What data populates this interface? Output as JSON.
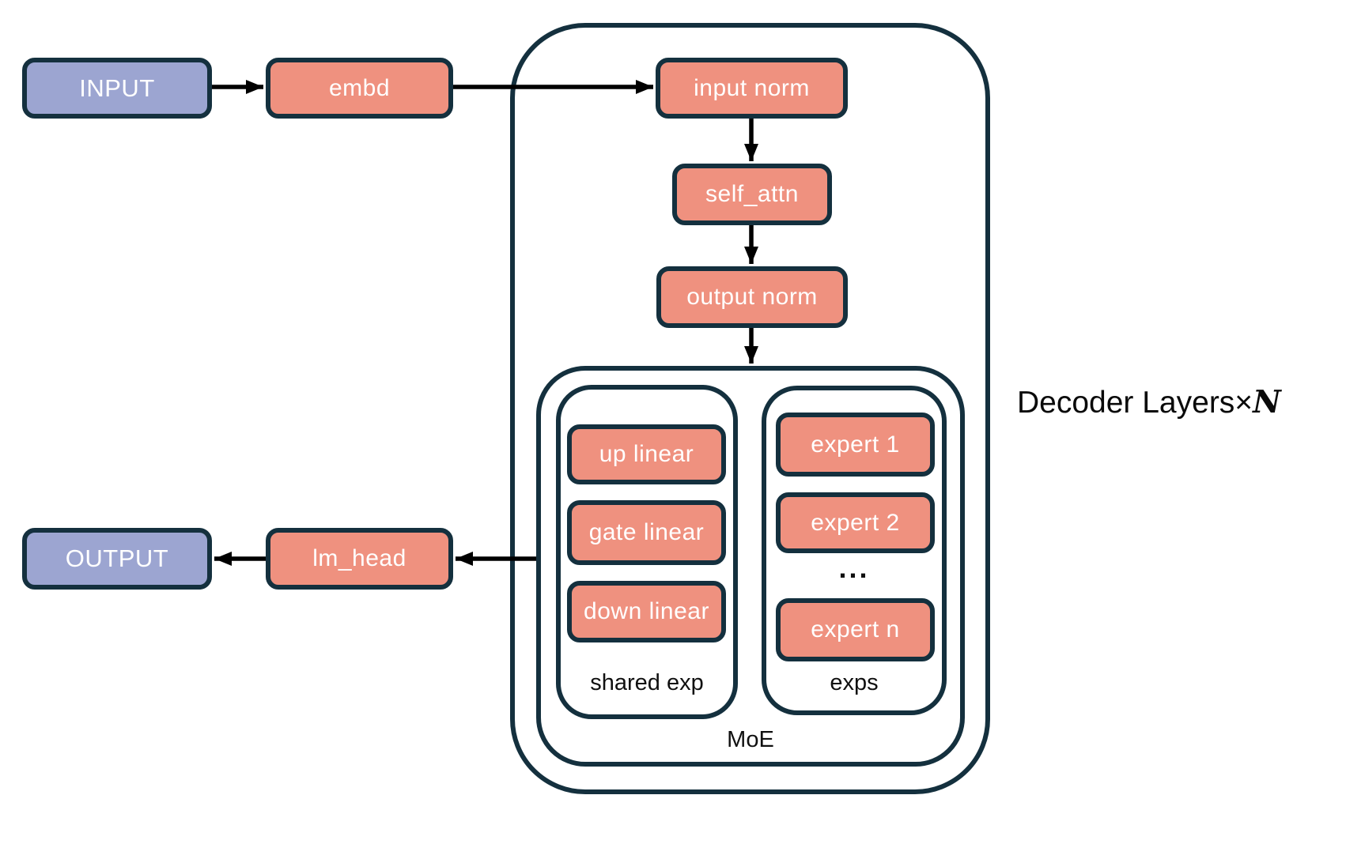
{
  "diagram": {
    "title_label": {
      "prefix": "Decoder Layers×",
      "n": "N"
    },
    "nodes": {
      "input": {
        "label": "INPUT",
        "kind": "io"
      },
      "embd": {
        "label": "embd",
        "kind": "layer"
      },
      "input_norm": {
        "label": "input norm",
        "kind": "layer"
      },
      "self_attn": {
        "label": "self_attn",
        "kind": "layer"
      },
      "output_norm": {
        "label": "output norm",
        "kind": "layer"
      },
      "up_linear": {
        "label": "up linear",
        "kind": "layer"
      },
      "gate_linear": {
        "label": "gate linear",
        "kind": "layer"
      },
      "down_linear": {
        "label": "down linear",
        "kind": "layer"
      },
      "expert_1": {
        "label": "expert 1",
        "kind": "layer"
      },
      "expert_2": {
        "label": "expert 2",
        "kind": "layer"
      },
      "ellipsis": {
        "label": "...",
        "kind": "text"
      },
      "expert_n": {
        "label": "expert n",
        "kind": "layer"
      },
      "lm_head": {
        "label": "lm_head",
        "kind": "layer"
      },
      "output": {
        "label": "OUTPUT",
        "kind": "io"
      }
    },
    "containers": {
      "decoder": {
        "label": ""
      },
      "moe": {
        "label": "MoE"
      },
      "shared_exp": {
        "label": "shared exp"
      },
      "exps": {
        "label": "exps"
      }
    },
    "edges": [
      {
        "from": "INPUT",
        "to": "embd"
      },
      {
        "from": "embd",
        "to": "input norm"
      },
      {
        "from": "input norm",
        "to": "self_attn"
      },
      {
        "from": "self_attn",
        "to": "output norm"
      },
      {
        "from": "output norm",
        "to": "MoE"
      },
      {
        "from": "MoE",
        "to": "lm_head"
      },
      {
        "from": "lm_head",
        "to": "OUTPUT"
      }
    ],
    "colors": {
      "border_navy": "#14303e",
      "fill_salmon": "#ef917f",
      "fill_lavender": "#9ca5d1",
      "arrow_black": "#000000",
      "background": "#ffffff"
    }
  }
}
